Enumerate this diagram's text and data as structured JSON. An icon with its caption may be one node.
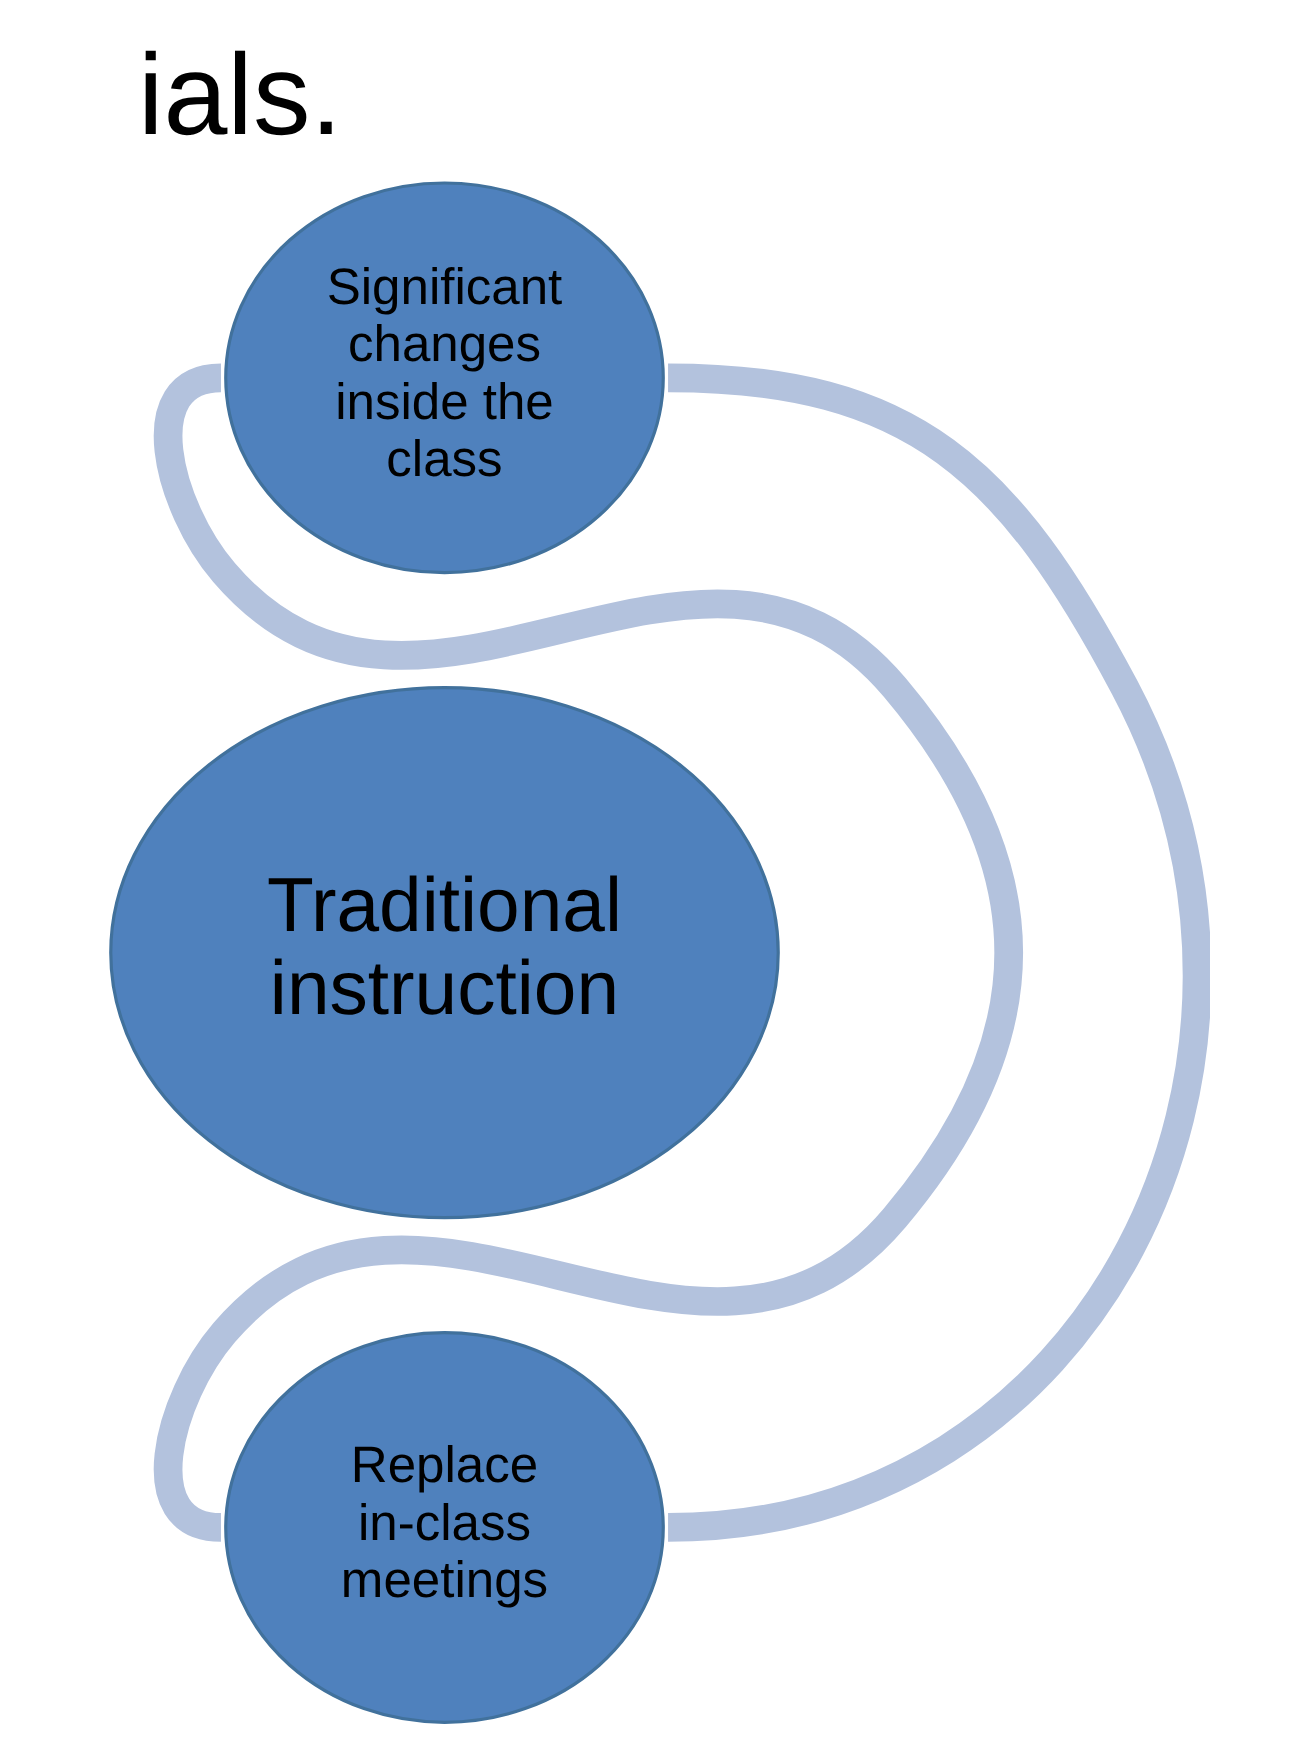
{
  "diagram": {
    "title": "ials.",
    "nodes": [
      {
        "text": [
          "Significant changes inside the class"
        ]
      },
      {
        "text": [
          "Traditional instruction"
        ]
      },
      {
        "text": [
          "Replace in-class meetings"
        ]
      }
    ],
    "edges": [
      {
        "from": 0,
        "to": 2,
        "arrow": "none"
      },
      {
        "from": 0,
        "to": 2,
        "arrow": "none"
      }
    ]
  }
}
